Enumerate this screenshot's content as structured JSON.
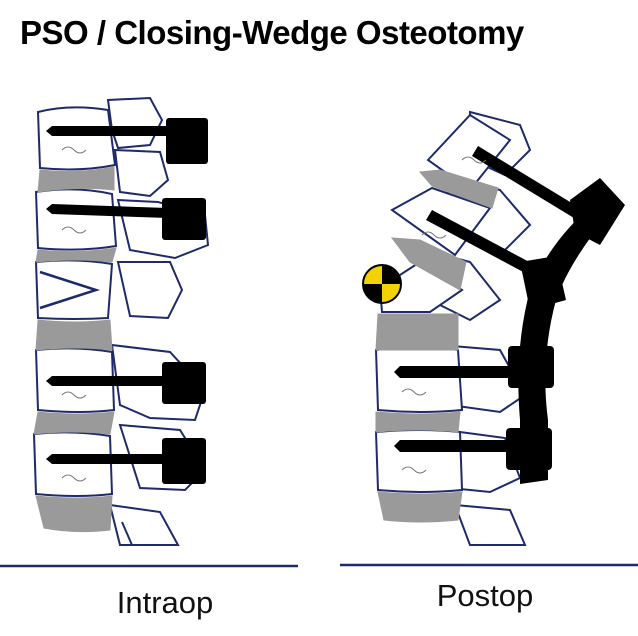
{
  "title": "PSO / Closing-Wedge Osteotomy",
  "panels": [
    {
      "id": "intraop",
      "caption": "Intraop"
    },
    {
      "id": "postop",
      "caption": "Postop"
    }
  ],
  "colors": {
    "vertebra_outline": "#1f2a6b",
    "disc": "#9a9a9a",
    "hardware": "#000000",
    "divider": "#1f2a6b",
    "marker_yellow": "#f2d200"
  },
  "icons": {
    "osteotomy_marker": "center-of-rotation-marker-icon"
  }
}
